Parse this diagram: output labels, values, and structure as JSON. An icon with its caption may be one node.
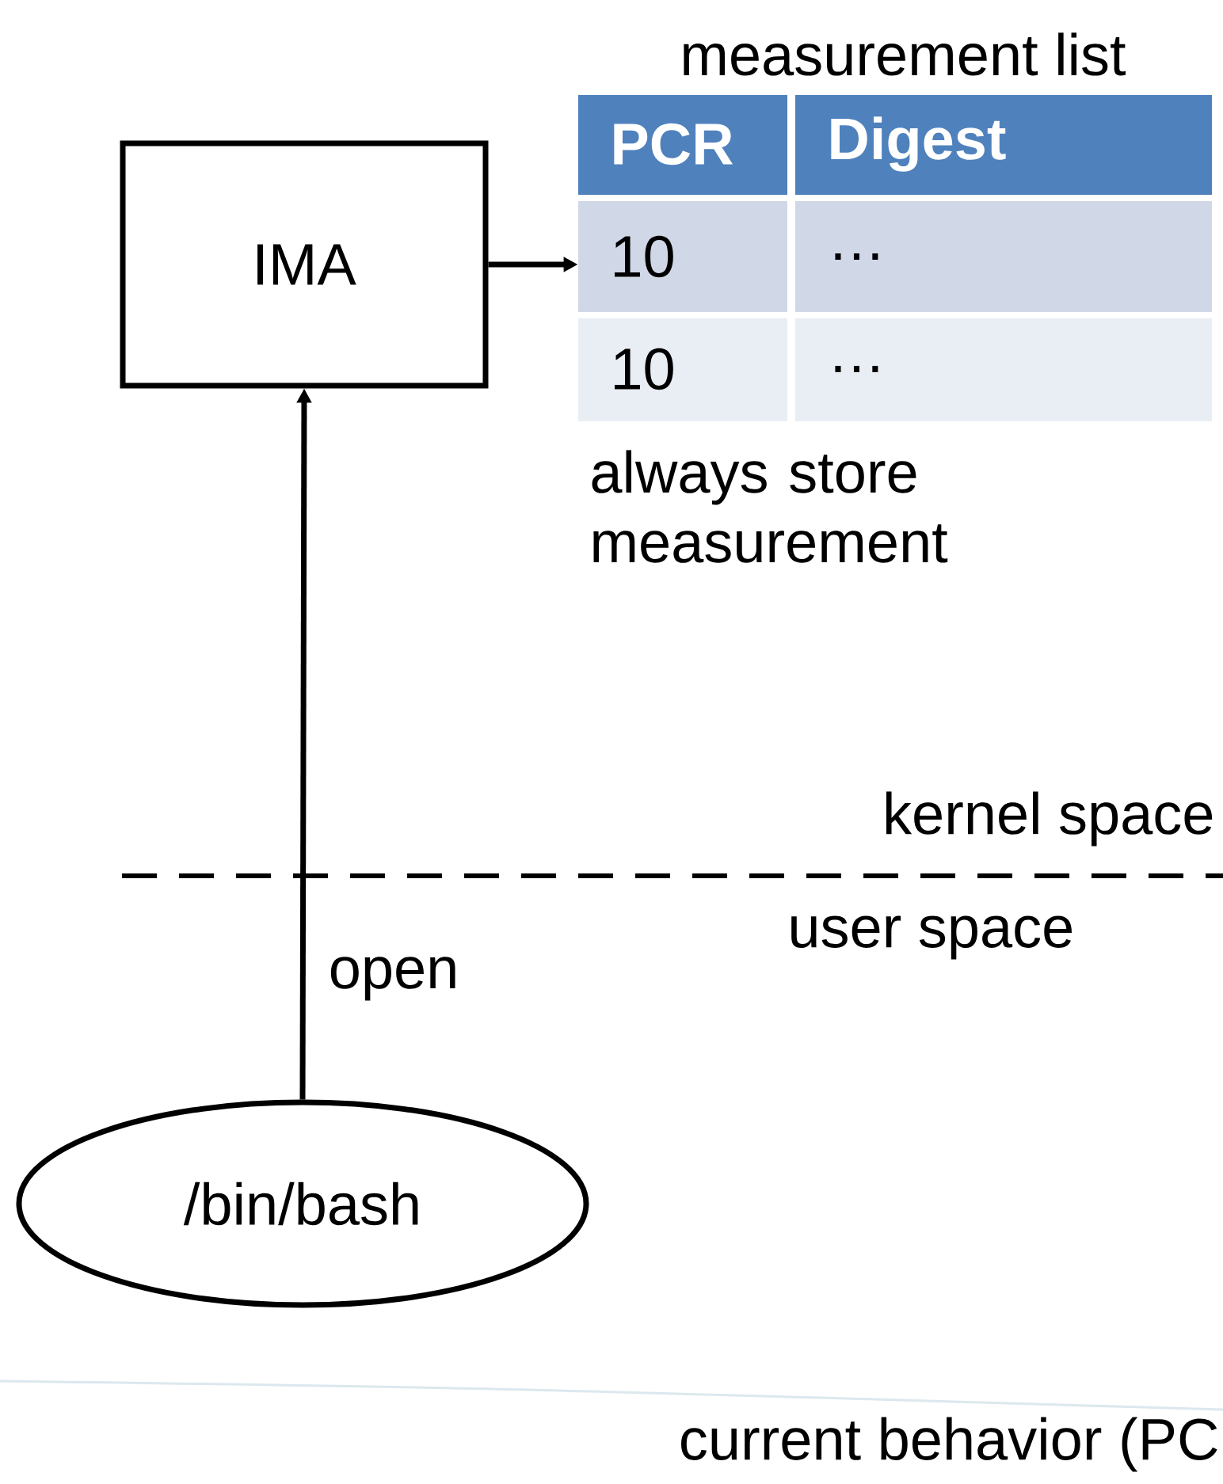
{
  "diagram": {
    "nodes": [
      {
        "text": [
          "IMA"
        ]
      },
      {
        "text": [
          "measurement list"
        ]
      },
      {
        "text": [
          "/bin/bash"
        ]
      }
    ],
    "edges": [
      {
        "from": 0,
        "to": 1,
        "arrow": "to"
      },
      {
        "from": 2,
        "to": 0,
        "arrow": "to",
        "label": "open"
      }
    ],
    "labels": [
      "PCR",
      "Digest",
      "10",
      "…",
      "10",
      "…",
      "always store measurement",
      "kernel space",
      "user space",
      "current behavior (PC"
    ]
  }
}
